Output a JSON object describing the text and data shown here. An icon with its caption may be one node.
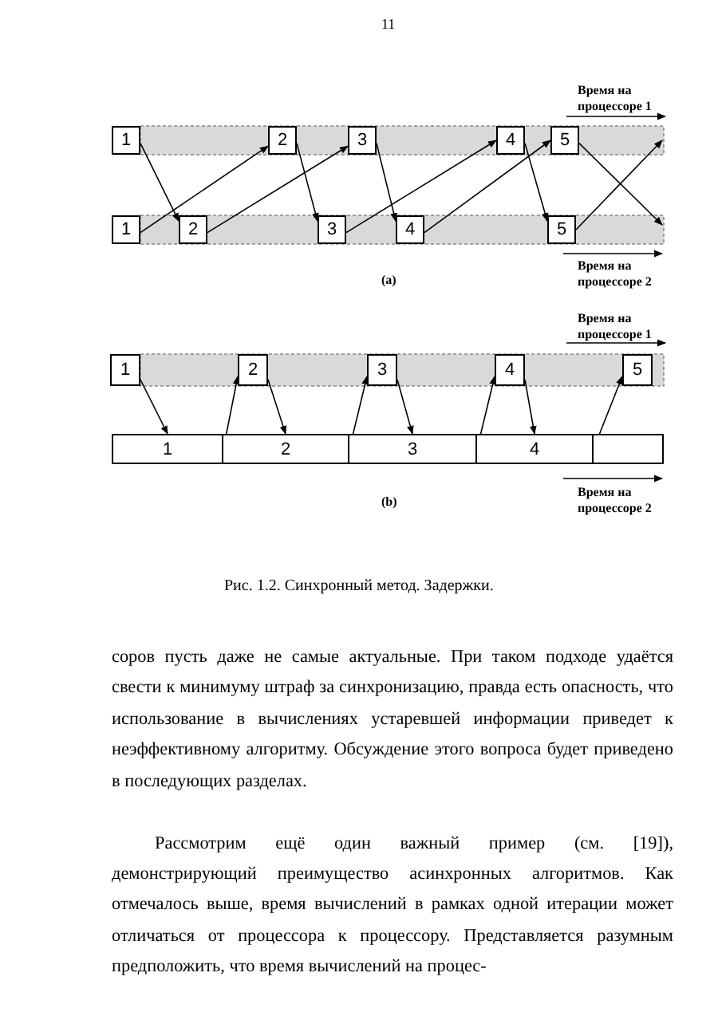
{
  "diagram": {
    "caption": "Рис. 1.2. Синхронный метод. Задержки.",
    "nodes": [
      {
        "text": [
          "1"
        ]
      },
      {
        "text": [
          "2"
        ]
      },
      {
        "text": [
          "3"
        ]
      },
      {
        "text": [
          "4"
        ]
      },
      {
        "text": [
          "5"
        ]
      },
      {
        "text": [
          "1"
        ]
      },
      {
        "text": [
          "2"
        ]
      },
      {
        "text": [
          "3"
        ]
      },
      {
        "text": [
          "4"
        ]
      },
      {
        "text": [
          "5"
        ]
      },
      {
        "text": [
          "1"
        ]
      },
      {
        "text": [
          "2"
        ]
      },
      {
        "text": [
          "3"
        ]
      },
      {
        "text": [
          "4"
        ]
      },
      {
        "text": [
          "5"
        ]
      },
      {
        "text": [
          "1"
        ]
      },
      {
        "text": [
          "2"
        ]
      },
      {
        "text": [
          "3"
        ]
      },
      {
        "text": [
          "4"
        ]
      },
      {
        "text": [],
        "shape": "box"
      }
    ],
    "edges": [
      {
        "from": 0,
        "to": 6,
        "arrow": "to"
      },
      {
        "from": 5,
        "to": 1,
        "arrow": "to"
      },
      {
        "from": 1,
        "to": 7,
        "arrow": "to"
      },
      {
        "from": 6,
        "to": 2,
        "arrow": "to"
      },
      {
        "from": 2,
        "to": 8,
        "arrow": "to"
      },
      {
        "from": 7,
        "to": 3,
        "arrow": "to"
      },
      {
        "from": 8,
        "to": 4,
        "arrow": "to"
      },
      {
        "from": 3,
        "to": 9,
        "arrow": "to"
      },
      {
        "from": 9,
        "to": null,
        "arrow": "to"
      },
      {
        "from": 4,
        "to": null,
        "arrow": "to"
      },
      {
        "from": 10,
        "to": 15,
        "arrow": "to"
      },
      {
        "from": 15,
        "to": 11,
        "arrow": "to"
      },
      {
        "from": 11,
        "to": 16,
        "arrow": "to"
      },
      {
        "from": 16,
        "to": 12,
        "arrow": "to"
      },
      {
        "from": 12,
        "to": 17,
        "arrow": "to"
      },
      {
        "from": 17,
        "to": 13,
        "arrow": "to"
      },
      {
        "from": 13,
        "to": 18,
        "arrow": "to"
      },
      {
        "from": 18,
        "to": 14,
        "arrow": "to"
      }
    ],
    "labels": [
      "11",
      "Время на процессоре 1",
      "Время на процессоре 2",
      "(a)",
      "Время на процессоре 1",
      "Время на процессоре 2",
      "(b)",
      "соров пусть даже не самые актуальные. При таком подходе удаётся свести к минимуму штраф за синхронизацию, правда есть опасность, что использование в вычислениях устаревшей информации приведет к неэффективному алгоритму. Обсуждение этого вопроса будет приведено в последующих разделах.",
      "Рассмотрим ещё один важный пример (см. [19]), демонстрирующий преимущество асинхронных алгоритмов. Как отмечалось выше, время вычислений в рамках одной итерации может отличаться от процессора к процессору. Представляется разумным предположить, что время вычислений на процес-"
    ]
  }
}
